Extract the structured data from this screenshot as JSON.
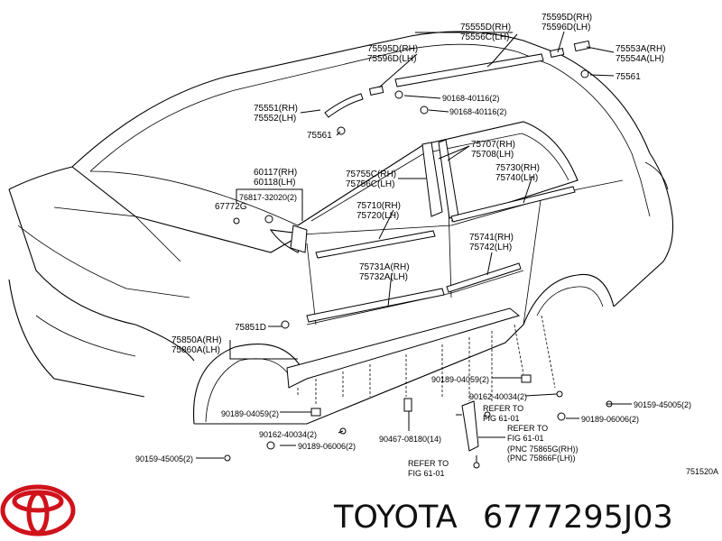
{
  "diagram": {
    "ref_code": "751520A",
    "labels": {
      "l75555": "75555D(RH)",
      "l75556": "75556C(LH)",
      "l75595a": "75595D(RH)",
      "l75596a": "75596D(LH)",
      "l75553": "75553A(RH)",
      "l75554": "75554A(LH)",
      "l75561a": "75561",
      "l75595b": "75595D(RH)",
      "l75596b": "75596D(LH)",
      "l90168a": "90168-40116(2)",
      "l90168b": "90168-40116(2)",
      "l75551": "75551(RH)",
      "l75552": "75552(LH)",
      "l75561b": "75561",
      "l75707": "75707(RH)",
      "l75708": "75708(LH)",
      "l60117": "60117(RH)",
      "l60118": "60118(LH)",
      "l75755": "75755C(RH)",
      "l75756": "75756C(LH)",
      "l75730": "75730(RH)",
      "l75740": "75740(LH)",
      "l76817": "76817-32020(2)",
      "l67772": "67772G",
      "l75710": "75710(RH)",
      "l75720": "75720(LH)",
      "l75741": "75741(RH)",
      "l75742": "75742(LH)",
      "l75731": "75731A(RH)",
      "l75732": "75732A(LH)",
      "l75851": "75851D",
      "l75850": "75850A(RH)",
      "l75860": "75860A(LH)",
      "l90189a": "90189-04059(2)",
      "l90162a": "90162-40034(2)",
      "l90159a": "90159-45005(2)",
      "l90189b": "90189-04059(2)",
      "l90162b": "90162-40034(2)",
      "l90189c": "90189-06006(2)",
      "l90159b": "90159-45005(2)",
      "l90189d": "90189-06006(2)",
      "l90467": "90467-08180(14)",
      "ref1a": "REFER TO",
      "ref1b": "FIG 61-01",
      "ref2a": "REFER TO",
      "ref2b": "FIG 61-01",
      "ref2c": "(PNC 75865G(RH))",
      "ref2d": "(PNC 75866F(LH))",
      "ref3a": "REFER TO",
      "ref3b": "FIG 61-01"
    }
  },
  "footer": {
    "brand": "TOYOTA",
    "part_number": "6777295J03",
    "logo_color": "#d0121b"
  }
}
